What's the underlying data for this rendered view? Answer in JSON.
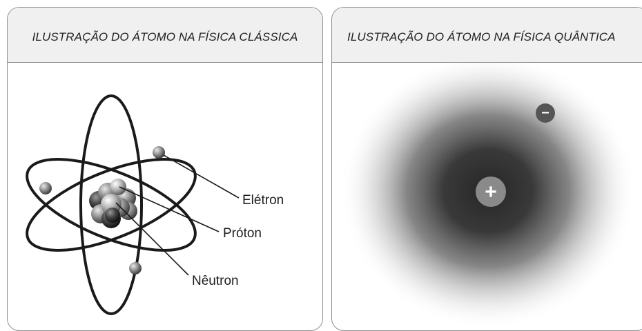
{
  "panels": {
    "classical": {
      "title": "ILUSTRAÇÃO DO ÁTOMO NA FÍSICA CLÁSSICA",
      "labels": {
        "electron": "Elétron",
        "proton": "Próton",
        "neutron": "Nêutron"
      }
    },
    "quantum": {
      "title": "ILUSTRAÇÃO DO ÁTOMO NA FÍSICA QUÂNTICA",
      "nucleus_charge": "+",
      "electron_charge": "−"
    }
  },
  "colors": {
    "panel_border": "#8e8e8e",
    "header_background": "#f0f0f0",
    "orbit_stroke": "#1a1a1a",
    "cloud_center": "#2a2a2a",
    "charge_badge": "#8a8a8a",
    "electron_badge": "#555555"
  },
  "icons": {
    "nucleus": "nucleus-cluster",
    "electron": "gray-sphere",
    "positive_charge": "plus-circle",
    "negative_charge": "minus-circle"
  }
}
